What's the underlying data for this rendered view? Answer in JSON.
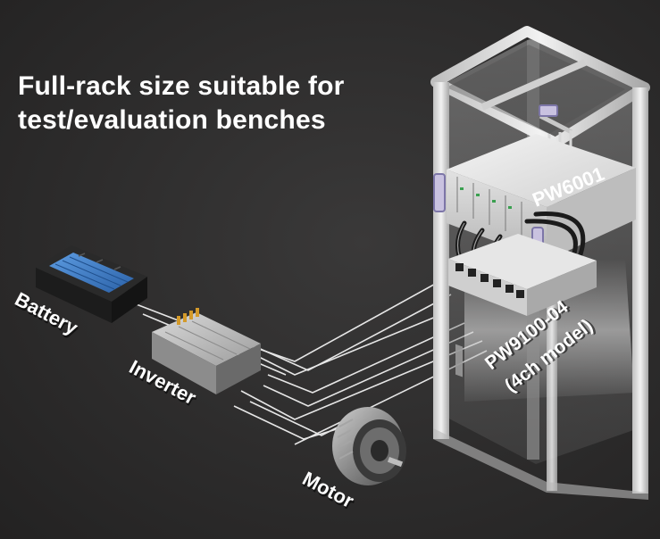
{
  "headline": {
    "line1": "Full-rack size suitable for",
    "line2": "test/evaluation benches"
  },
  "components": {
    "battery": "Battery",
    "inverter": "Inverter",
    "motor": "Motor",
    "power_analyzer": "PW6001",
    "current_box": "PW9100-04",
    "current_box_note": "(4ch model)"
  },
  "colors": {
    "background": "#2d2c2c",
    "text": "#ffffff",
    "battery_cells": "#3a7ccc",
    "rack": "#d8d8d8",
    "wires": "#e6e6e6"
  }
}
